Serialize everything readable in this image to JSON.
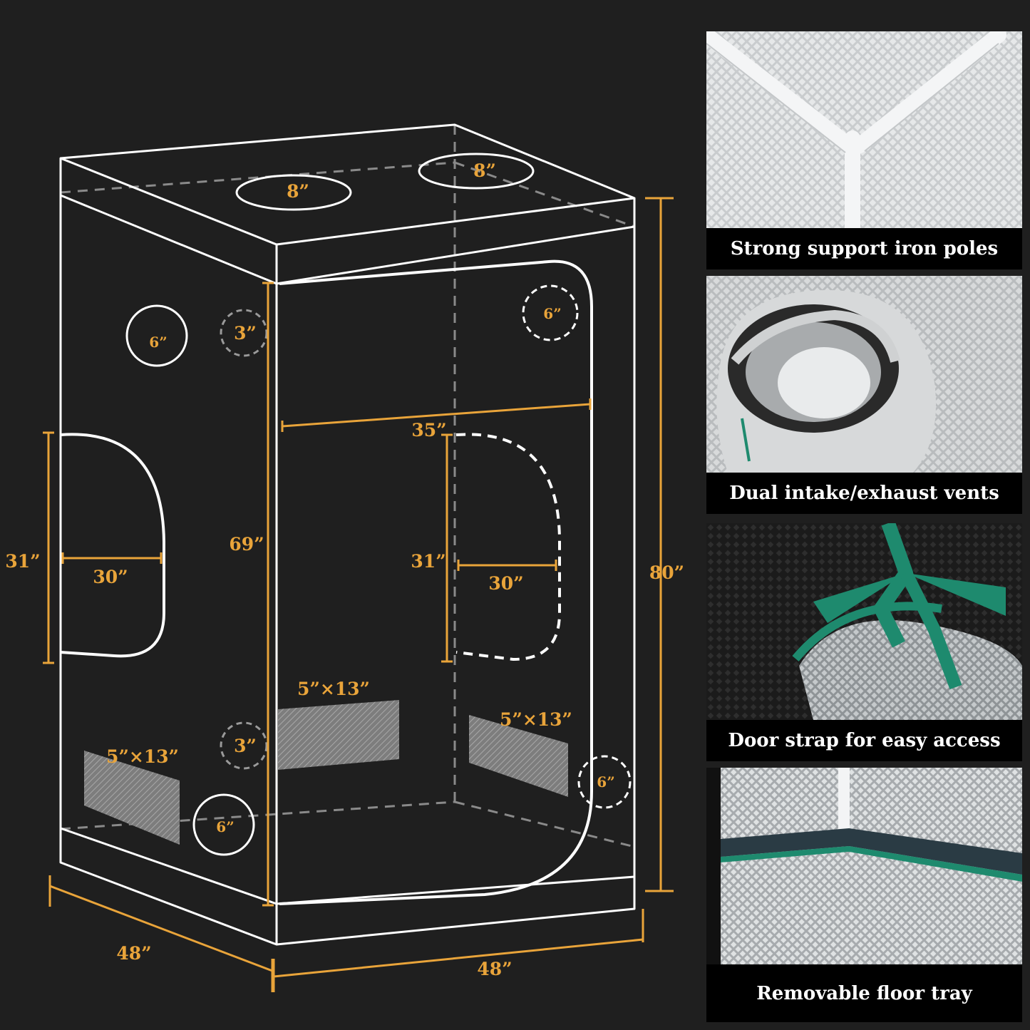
{
  "colors": {
    "background": "#1f1f1f",
    "dimension": "#e9a43a",
    "outline": "#ffffff",
    "hidden_edge": "#8a8a8a",
    "vent": "#9a9a9a",
    "caption_bg": "#000000",
    "caption_text": "#ffffff",
    "strap_green": "#1e8a6e"
  },
  "diagram": {
    "top_vent_left": "8”",
    "top_vent_right": "8”",
    "left_side_port_top": "6”",
    "left_small_port_top": "3”",
    "left_small_port_bottom": "3”",
    "left_side_port_bottom": "6”",
    "left_door_height": "31”",
    "left_door_width": "30”",
    "front_height": "69”",
    "front_width_top": "35”",
    "back_door_height": "31”",
    "back_door_width": "30”",
    "right_port_top": "6”",
    "right_port_bottom": "6”",
    "overall_height": "80”",
    "window_front": "5”×13”",
    "window_right": "5”×13”",
    "window_left": "5”×13”",
    "depth": "48”",
    "width": "48”"
  },
  "features": [
    {
      "caption": "Strong support iron poles",
      "icon": "iron-pole-corner-photo"
    },
    {
      "caption": "Dual intake/exhaust vents",
      "icon": "vent-sleeve-photo"
    },
    {
      "caption": "Door strap for easy access",
      "icon": "door-strap-photo"
    },
    {
      "caption": "Removable floor tray",
      "icon": "floor-tray-photo"
    }
  ]
}
